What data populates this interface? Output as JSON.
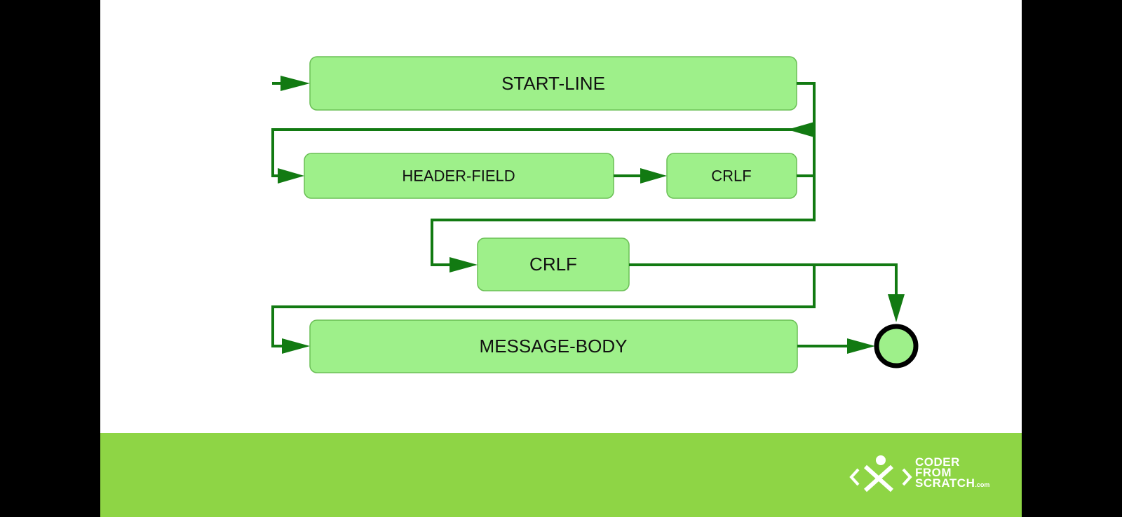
{
  "diagram": {
    "nodes": {
      "start_line": "START-LINE",
      "header_field": "HEADER-FIELD",
      "crlf_header": "CRLF",
      "crlf_separator": "CRLF",
      "message_body": "MESSAGE-BODY"
    }
  },
  "logo": {
    "line1": "CODER",
    "line2": "FROM",
    "line3": "SCRATCH",
    "suffix": ".com"
  },
  "colors": {
    "node_fill": "#9ef08a",
    "connector": "#127a12",
    "footer_bar": "#8ed545",
    "background": "#ffffff"
  }
}
